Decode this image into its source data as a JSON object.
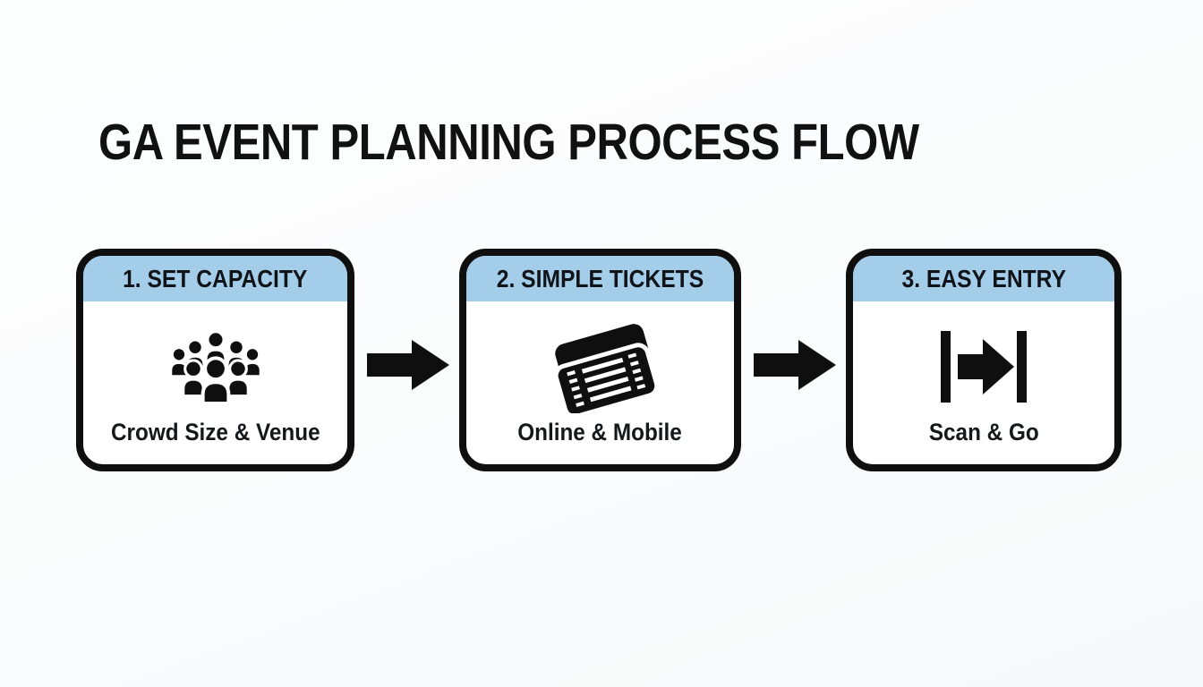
{
  "title": "GA EVENT PLANNING PROCESS FLOW",
  "colors": {
    "header_blue": "#a3cde9",
    "box_border": "#0f0f0f",
    "icon_black": "#0f0f0f",
    "background": "#fafbfc",
    "text": "#111111"
  },
  "steps": [
    {
      "header": "1. SET CAPACITY",
      "caption": "Crowd Size & Venue",
      "icon": "crowd-icon"
    },
    {
      "header": "2. SIMPLE TICKETS",
      "caption": "Online & Mobile",
      "icon": "tickets-icon"
    },
    {
      "header": "3. EASY ENTRY",
      "caption": "Scan & Go",
      "icon": "entry-arrow-icon"
    }
  ],
  "connectors": [
    {
      "icon": "arrow-right-icon"
    },
    {
      "icon": "arrow-right-icon"
    }
  ]
}
